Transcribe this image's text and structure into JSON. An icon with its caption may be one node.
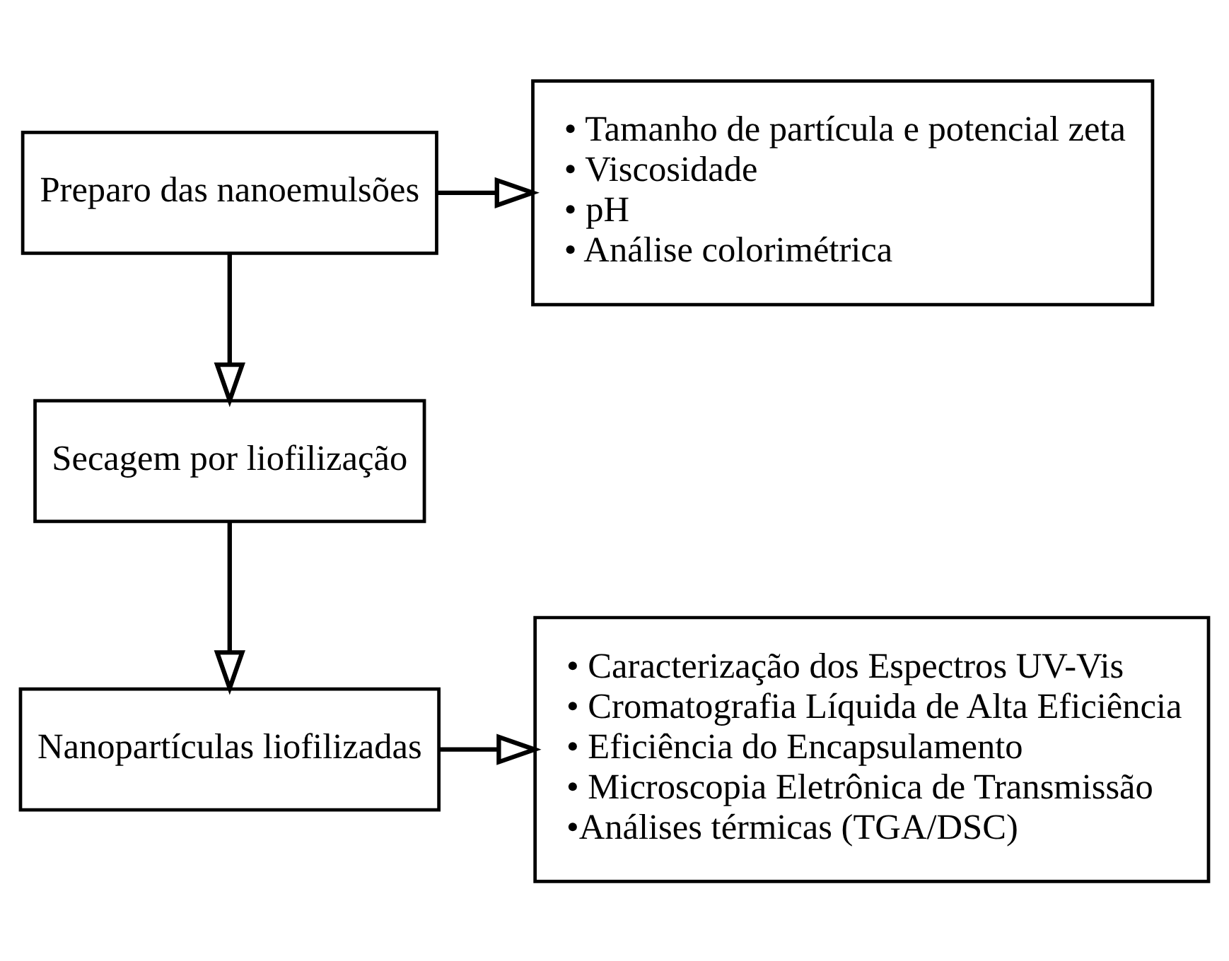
{
  "diagram": {
    "nodes": [
      {
        "text": [
          "Preparo das nanoemulsões"
        ]
      },
      {
        "text": [
          "• Tamanho de partícula e potencial zeta",
          "• Viscosidade",
          "• pH",
          "• Análise colorimétrica"
        ]
      },
      {
        "text": [
          "Secagem por liofilização"
        ]
      },
      {
        "text": [
          "Nanopartículas liofilizadas"
        ]
      },
      {
        "text": [
          "• Caracterização dos Espectros UV-Vis",
          "• Cromatografia Líquida de Alta Eficiência",
          "• Eficiência do Encapsulamento",
          "• Microscopia Eletrônica de Transmissão",
          "•Análises térmicas (TGA/DSC)"
        ]
      }
    ],
    "edges": [
      {
        "from": 0,
        "to": 1,
        "arrow": "to"
      },
      {
        "from": 0,
        "to": 2,
        "arrow": "to"
      },
      {
        "from": 2,
        "to": 3,
        "arrow": "to"
      },
      {
        "from": 3,
        "to": 4,
        "arrow": "to"
      }
    ]
  }
}
